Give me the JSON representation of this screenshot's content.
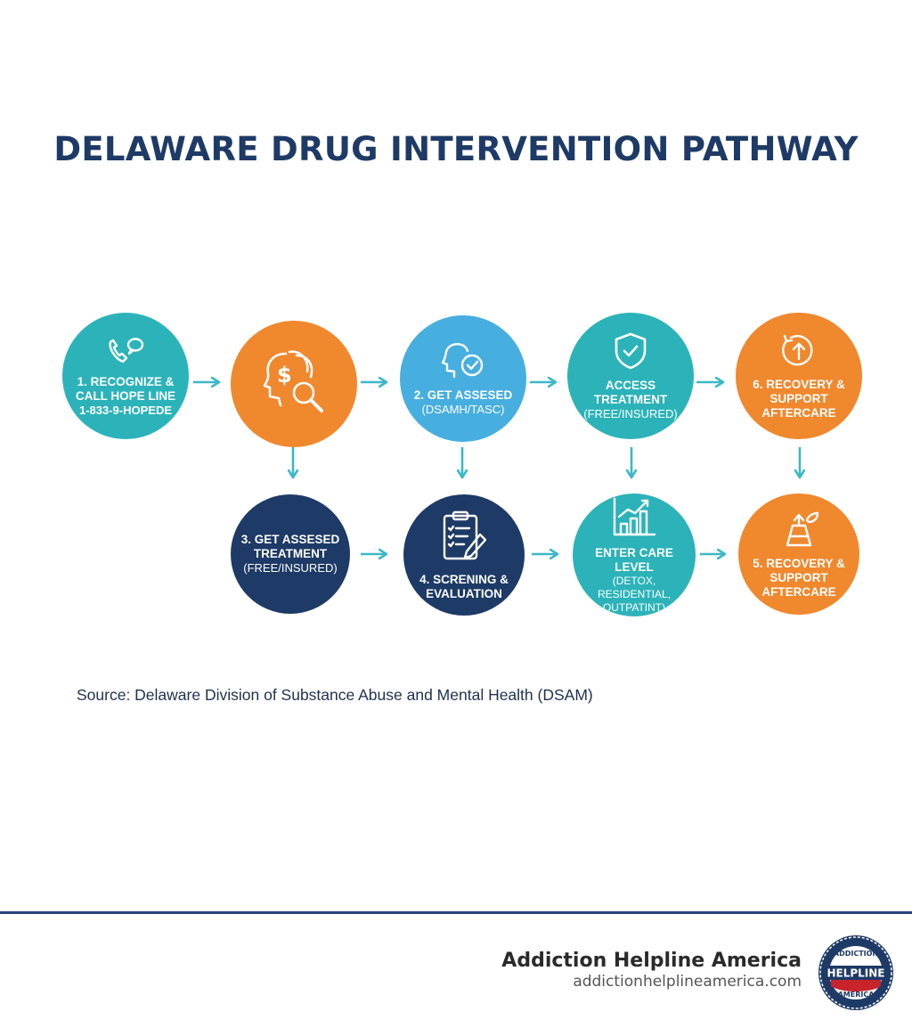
{
  "title": "DELAWARE DRUG INTERVENTION PATHWAY",
  "colors": {
    "title": "#1e3a66",
    "teal": "#2bb3b9",
    "orange": "#f0882d",
    "sky": "#47aee0",
    "navy": "#1e3a66",
    "arrow": "#3cb8c8",
    "divider": "#28427a"
  },
  "top_row": [
    {
      "id": "step-recognize",
      "label": "1. RECOGNIZE &\nCALL HOPE LINE",
      "sub": "1-833-9-HOPEDE",
      "icon": "phone-chat-icon",
      "color": "teal"
    },
    {
      "id": "step-finance",
      "label": "",
      "sub": "",
      "icon": "head-dollar-search-icon",
      "color": "orange"
    },
    {
      "id": "step-assess",
      "label": "2. GET ASSESED",
      "sub": "(DSAMH/TASC)",
      "icon": "head-check-icon",
      "color": "sky"
    },
    {
      "id": "step-access",
      "label": "ACCESS\nTREATMENT",
      "sub": "(FREE/INSURED)",
      "icon": "shield-check-icon",
      "color": "teal"
    },
    {
      "id": "step-recovery-6",
      "label": "6. RECOVERY &\nSUPPORT\nAFTERCARE",
      "sub": "",
      "icon": "refresh-up-icon",
      "color": "orange"
    }
  ],
  "bottom_row": [
    {
      "id": "step-assess-treatment",
      "label": "3. GET ASSESED\nTREATMENT",
      "sub": "(FREE/INSURED)",
      "icon": "",
      "color": "navy"
    },
    {
      "id": "step-screening",
      "label": "4. SCRENING &\nEVALUATION",
      "sub": "",
      "icon": "clipboard-pen-icon",
      "color": "navy"
    },
    {
      "id": "step-care-level",
      "label": "ENTER CARE LEVEL",
      "sub": "(DETOX, RESIDENTIAL,\nOUTPATINT)",
      "icon": "bar-chart-up-icon",
      "color": "teal"
    },
    {
      "id": "step-recovery-5",
      "label": "5. RECOVERY &\nSUPPORT\nAFTERCARE",
      "sub": "",
      "icon": "path-plant-icon",
      "color": "orange"
    }
  ],
  "source": "Source: Delaware Division of Substance Abuse and Mental Health (DSAM)",
  "brand": {
    "name": "Addiction Helpline America",
    "url": "addictionhelplineamerica.com",
    "logo_text_top": "ADDICTION",
    "logo_text_mid": "HELPLINE",
    "logo_text_bottom": "AMERICA"
  }
}
